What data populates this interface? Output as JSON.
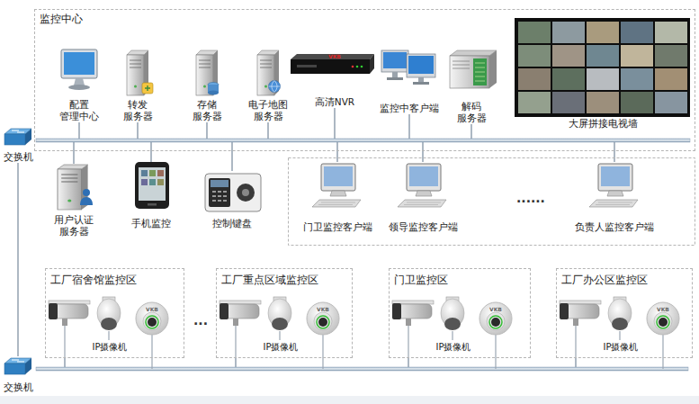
{
  "diagram": {
    "nodes": [
      {
        "text": [
          "监控中心"
        ]
      },
      {
        "text": [
          "配置 管理中心"
        ],
        "in": 0
      },
      {
        "text": [
          "转发 服务器"
        ],
        "in": 0
      },
      {
        "text": [
          "存储 服务器"
        ],
        "in": 0
      },
      {
        "text": [
          "电子地图 服务器"
        ],
        "in": 0
      },
      {
        "text": [
          "高清NVR"
        ],
        "in": 0
      },
      {
        "text": [
          "监控中客户端"
        ],
        "in": 0
      },
      {
        "text": [
          "解码 服务器"
        ],
        "in": 0
      },
      {
        "text": [
          "大屏拼接电视墙"
        ],
        "in": 0
      },
      {
        "text": [
          "交换机"
        ]
      },
      {
        "text": [
          "用户认证 服务器"
        ]
      },
      {
        "text": [
          "手机监控"
        ]
      },
      {
        "text": [
          "控制键盘"
        ]
      },
      {
        "text": [
          "门卫监控客户端"
        ]
      },
      {
        "text": [
          "领导监控客户端"
        ]
      },
      {
        "text": [
          "负责人监控客户端"
        ]
      },
      {
        "text": [
          "工厂宿舍馆监控区",
          "IP摄像机"
        ]
      },
      {
        "text": [
          "工厂重点区域监控区",
          "IP摄像机"
        ]
      },
      {
        "text": [
          "门卫监控区",
          "IP摄像机"
        ]
      },
      {
        "text": [
          "工厂办公区监控区",
          "IP摄像机"
        ]
      },
      {
        "text": [
          "交换机"
        ]
      }
    ],
    "edges": [
      {
        "from": 9,
        "to": 1,
        "arrow": "none"
      },
      {
        "from": 9,
        "to": 2,
        "arrow": "none"
      },
      {
        "from": 9,
        "to": 3,
        "arrow": "none"
      },
      {
        "from": 9,
        "to": 4,
        "arrow": "none"
      },
      {
        "from": 9,
        "to": 5,
        "arrow": "none"
      },
      {
        "from": 9,
        "to": 6,
        "arrow": "none"
      },
      {
        "from": 9,
        "to": 7,
        "arrow": "none"
      },
      {
        "from": 9,
        "to": 10,
        "arrow": "none"
      },
      {
        "from": 9,
        "to": 11,
        "arrow": "none"
      },
      {
        "from": 9,
        "to": 12,
        "arrow": "none"
      },
      {
        "from": 9,
        "to": 13,
        "arrow": "none"
      },
      {
        "from": 9,
        "to": 14,
        "arrow": "none"
      },
      {
        "from": 9,
        "to": 15,
        "arrow": "none"
      },
      {
        "from": 9,
        "to": 20,
        "arrow": "none"
      },
      {
        "from": 20,
        "to": 16,
        "arrow": "none"
      },
      {
        "from": 20,
        "to": 17,
        "arrow": "none"
      },
      {
        "from": 20,
        "to": 18,
        "arrow": "none"
      },
      {
        "from": 20,
        "to": 19,
        "arrow": "none"
      }
    ],
    "labels": [
      "......",
      "...",
      "VKB",
      "VKB",
      "VKB",
      "VKB",
      "VKB"
    ]
  }
}
